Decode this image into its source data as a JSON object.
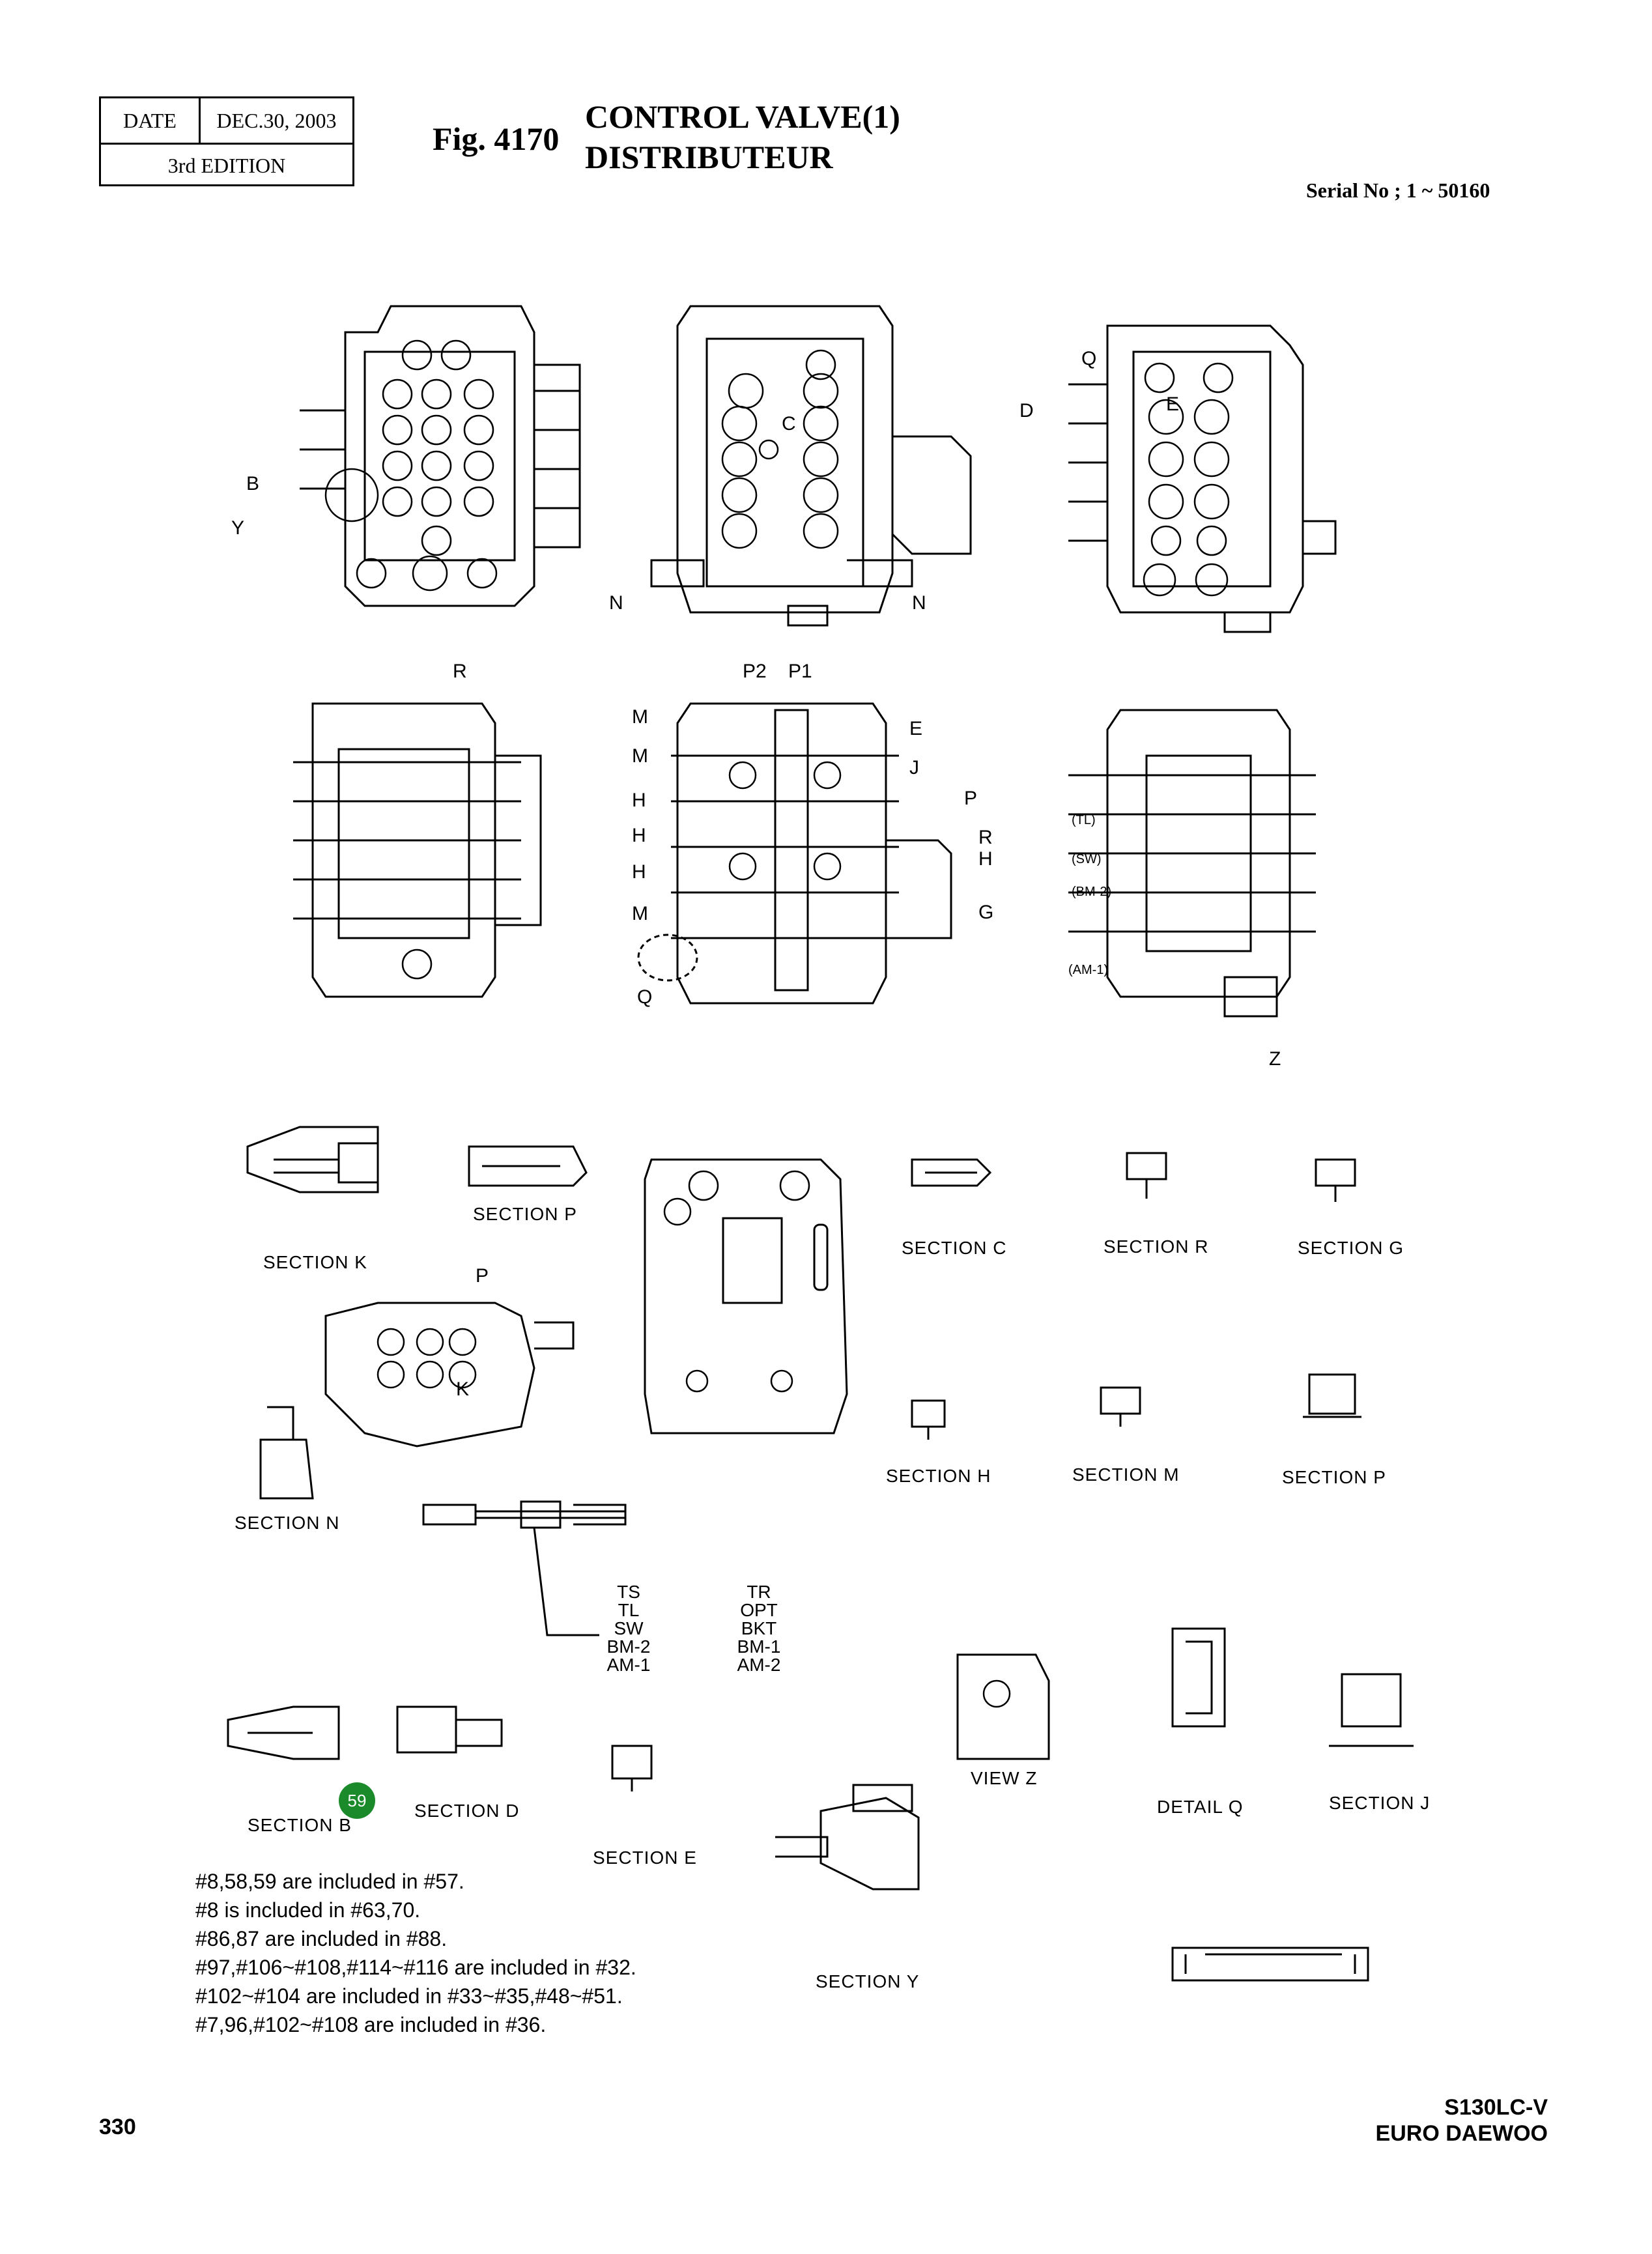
{
  "header": {
    "date_label": "DATE",
    "date_value": "DEC.30, 2003",
    "edition": "3rd  EDITION",
    "fig_number": "Fig. 4170",
    "title_en": "CONTROL VALVE(1)",
    "title_fr": "DISTRIBUTEUR",
    "serial": "Serial No ; 1 ~ 50160"
  },
  "view_letters": {
    "B": "B",
    "Y": "Y",
    "C": "C",
    "N": "N",
    "D": "D",
    "Q": "Q",
    "E": "E",
    "R": "R",
    "P2": "P2",
    "P1": "P1",
    "M": "M",
    "H": "H",
    "J": "J",
    "P": "P",
    "G": "G",
    "K": "K",
    "Z": "Z"
  },
  "spool_tags": [
    "(TL)",
    "(SW)",
    "(BM-2)",
    "(AM-1)"
  ],
  "section_labels": {
    "section_k": "SECTION  K",
    "section_p_top": "SECTION  P",
    "section_c": "SECTION  C",
    "section_r": "SECTION  R",
    "section_g": "SECTION  G",
    "section_n": "SECTION  N",
    "section_h": "SECTION  H",
    "section_m": "SECTION  M",
    "section_p_bottom": "SECTION  P",
    "section_b": "SECTION  B",
    "section_d": "SECTION  D",
    "section_e": "SECTION  E",
    "view_z": "VIEW  Z",
    "detail_q": "DETAIL  Q",
    "section_j": "SECTION  J",
    "section_y": "SECTION  Y"
  },
  "spool_list_left": [
    "TS",
    "TL",
    "SW",
    "BM-2",
    "AM-1"
  ],
  "spool_list_right": [
    "TR",
    "OPT",
    "BKT",
    "BM-1",
    "AM-2"
  ],
  "callout_badge": {
    "number": "59",
    "color": "#1a8a2a"
  },
  "notes": [
    "#8,58,59 are included in #57.",
    "#8 is included in #63,70.",
    "#86,87 are included in #88.",
    "#97,#106~#108,#114~#116 are included in #32.",
    "#102~#104 are included in #33~#35,#48~#51.",
    "#7,96,#102~#108 are included in #36."
  ],
  "footer": {
    "page_number": "330",
    "model": "S130LC-V",
    "brand": "EURO DAEWOO"
  }
}
